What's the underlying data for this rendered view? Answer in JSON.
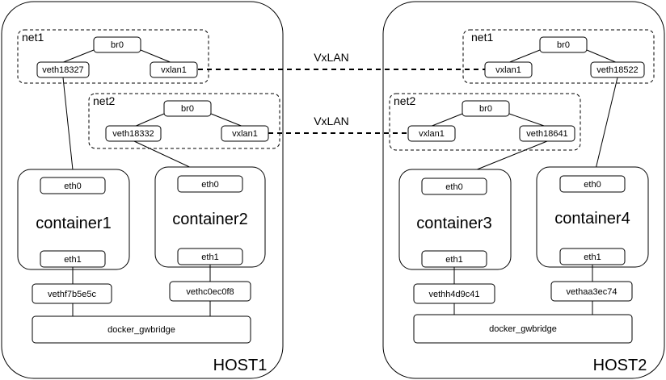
{
  "hosts": [
    {
      "label": "HOST1",
      "nets": [
        {
          "label": "net1",
          "bridge": "br0",
          "veth": "veth18327",
          "vxlan": "vxlan1"
        },
        {
          "label": "net2",
          "bridge": "br0",
          "veth": "veth18332",
          "vxlan": "vxlan1"
        }
      ],
      "containers": [
        {
          "name": "container1",
          "eth0": "eth0",
          "eth1": "eth1",
          "veth": "vethf7b5e5c"
        },
        {
          "name": "container2",
          "eth0": "eth0",
          "eth1": "eth1",
          "veth": "vethc0ec0f8"
        }
      ],
      "gwbridge": "docker_gwbridge"
    },
    {
      "label": "HOST2",
      "nets": [
        {
          "label": "net1",
          "bridge": "br0",
          "veth": "veth18522",
          "vxlan": "vxlan1"
        },
        {
          "label": "net2",
          "bridge": "br0",
          "veth": "veth18641",
          "vxlan": "vxlan1"
        }
      ],
      "containers": [
        {
          "name": "container3",
          "eth0": "eth0",
          "eth1": "eth1",
          "veth": "vethh4d9c41"
        },
        {
          "name": "container4",
          "eth0": "eth0",
          "eth1": "eth1",
          "veth": "vethaa3ec74"
        }
      ],
      "gwbridge": "docker_gwbridge"
    }
  ],
  "tunnels": [
    {
      "label": "VxLAN"
    },
    {
      "label": "VxLAN"
    }
  ]
}
